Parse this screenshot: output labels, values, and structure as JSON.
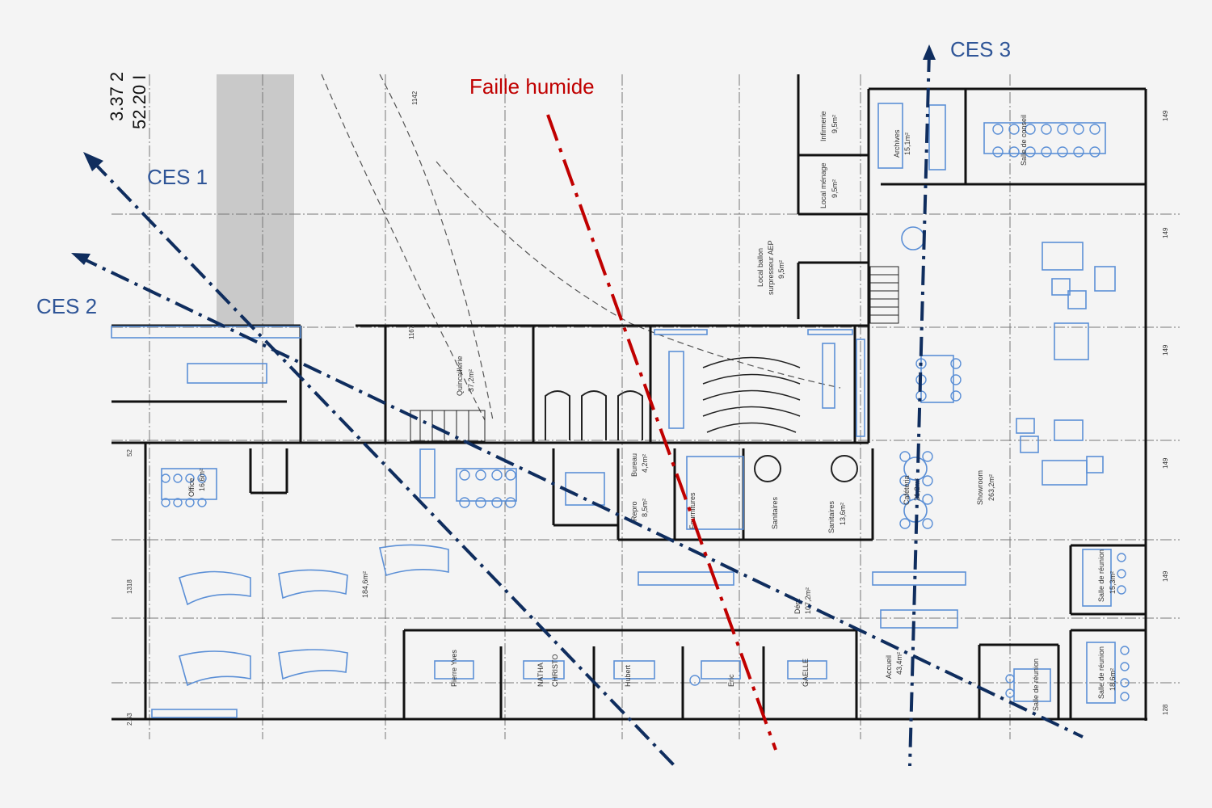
{
  "colors": {
    "background": "#f4f4f4",
    "wall": "#111111",
    "furniture": "#5b8fd6",
    "ces_line": "#0f2d5e",
    "ces_label": "#2f5597",
    "faille": "#c00000"
  },
  "annotations": {
    "ces1": "CES 1",
    "ces2": "CES 2",
    "ces3": "CES 3",
    "faille": "Faille humide"
  },
  "header_numbers": {
    "line1": "3.37 2",
    "line2": "52.20 I"
  },
  "rooms": {
    "infirmerie": "Infirmerie",
    "infirmerie_area": "9,5m²",
    "local_menage": "Local ménage",
    "local_menage_area": "9,5m²",
    "local_ballon": "Local ballon",
    "surpresseur": "surpresseur AEP",
    "local_ballon_area": "9,5m²",
    "archives": "Archives",
    "archives_area": "15,1m²",
    "salle_conseil": "Salle de conseil",
    "quincaillerie": "Quincaillerie",
    "quincaillerie_area": "37,2m²",
    "showroom": "Showroom",
    "showroom_area": "263,2m²",
    "cafeteria": "Cafétéria",
    "cafeteria_area": "21,2m²",
    "sanitaires": "Sanitaires",
    "sanitaires_area": "13,6m²",
    "fournitures": "Fournitures",
    "bureau": "Bureau",
    "bureau_area": "4,2m²",
    "repro": "Repro",
    "repro_area": "8,5m²",
    "salle_reunion1": "Salle de réunion",
    "salle_reunion1_area": "15,3m²",
    "salle_reunion2": "Salle de réunion",
    "salle_reunion2_area": "18,6m²",
    "salle_reunion3": "Salle de réunion",
    "accueil": "Accueil",
    "accueil_area": "43,4m²",
    "degt": "Dégt",
    "degt_area": "107,2m²",
    "open_area": "184,6m²",
    "office": "Office",
    "office_area": "16,6m²"
  },
  "office_names": [
    "Pierre Yves",
    "NATHA",
    "CHRISTO",
    "Hubert",
    "Eric",
    "GAELLE"
  ],
  "dimensions": {
    "d1": "1318",
    "d2": "1142",
    "d3": "1167",
    "d4": "2.63",
    "d5": "52",
    "d6": "149",
    "d7": "128"
  }
}
